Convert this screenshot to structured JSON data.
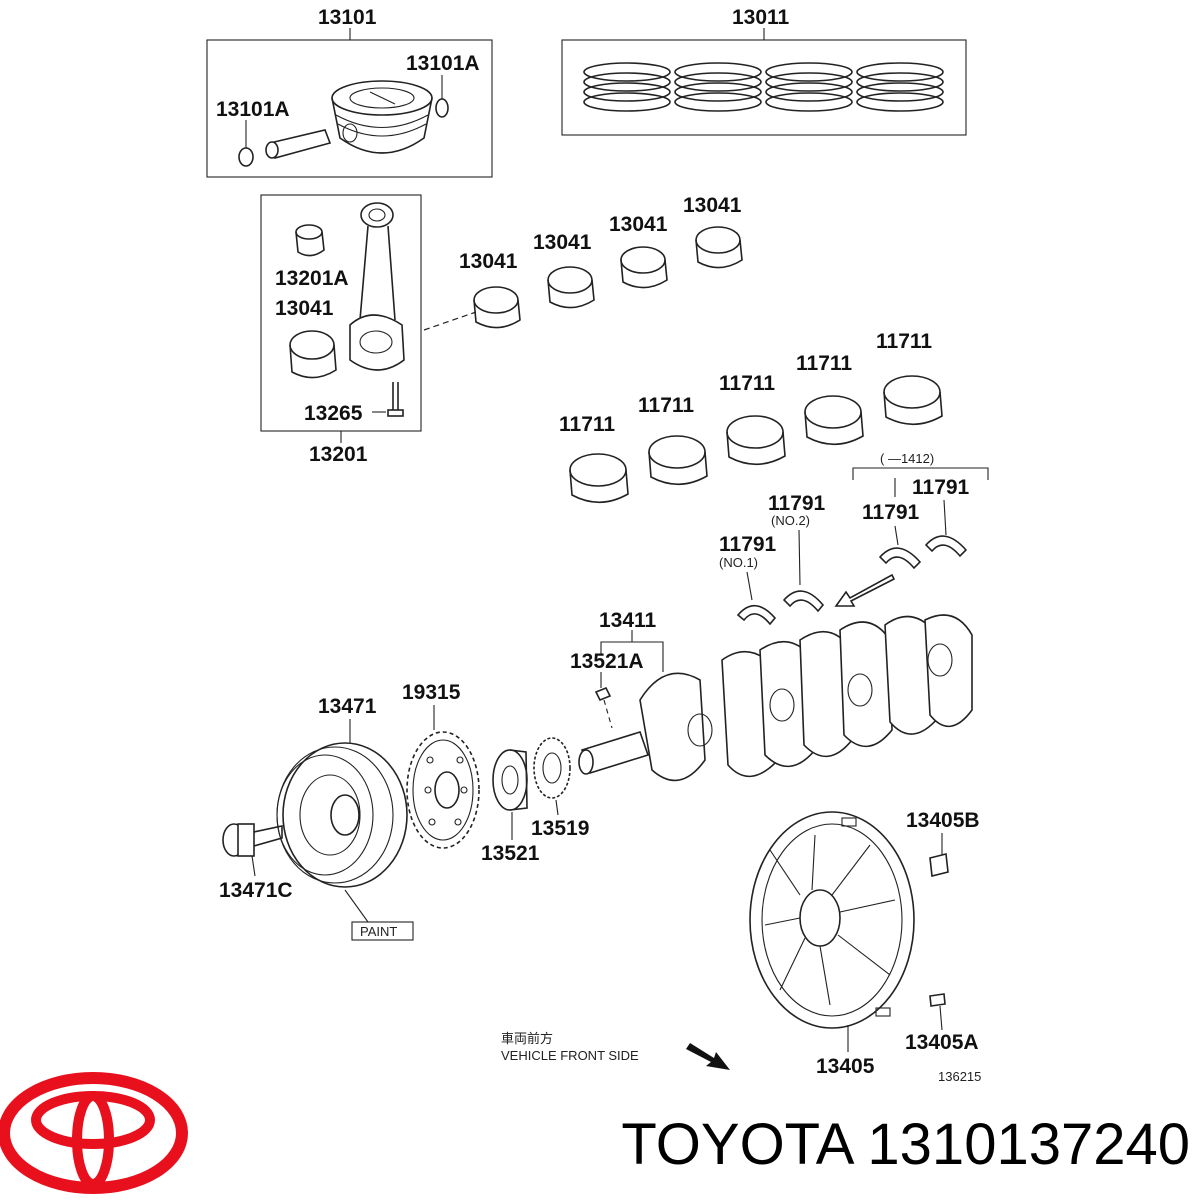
{
  "parts": {
    "piston_group": "13101",
    "snap_ring_right": "13101A",
    "snap_ring_left": "13101A",
    "ring_set": "13011",
    "rod_bushing": "13201A",
    "rod_bearing_inner": "13041",
    "rod_bolt": "13265",
    "rod_assembly": "13201",
    "rod_bearings": [
      "13041",
      "13041",
      "13041",
      "13041"
    ],
    "main_bearings": [
      "11711",
      "11711",
      "11711",
      "11711",
      "11711"
    ],
    "range_note": "( —1412)",
    "thrust_washer_no2": "11791",
    "thrust_washer_no2_sub": "(NO.2)",
    "thrust_washer_no1": "11791",
    "thrust_washer_no1_sub": "(NO.1)",
    "thrust_washer_a": "11791",
    "thrust_washer_b": "11791",
    "crankshaft": "13411",
    "crank_key": "13521A",
    "pulley": "13471",
    "pulley_bolt": "13471C",
    "paint_tag": "PAINT",
    "timing_plate": "19315",
    "crank_gear": "13521",
    "crank_sprocket": "13519",
    "flywheel": "13405",
    "flywheel_bolt": "13405B",
    "flywheel_pin": "13405A"
  },
  "note_jp": "車両前方",
  "note_en": "VEHICLE FRONT SIDE",
  "drawing_number": "136215",
  "brand": "TOYOTA",
  "part_number": "1310137240",
  "colors": {
    "logo": "#e8101c",
    "ink": "#222222"
  }
}
